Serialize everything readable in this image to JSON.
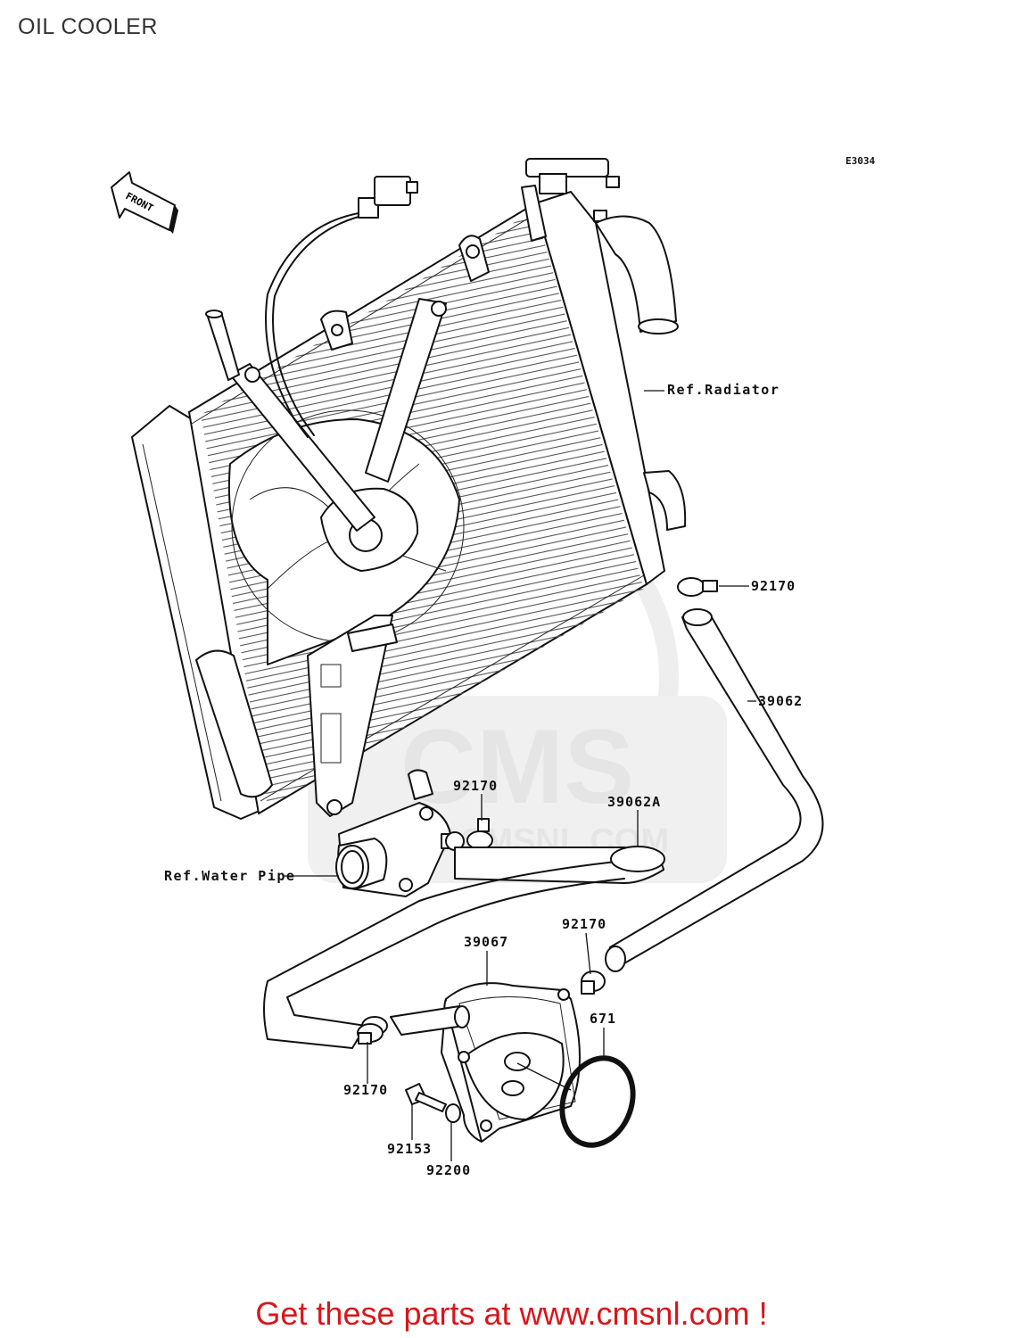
{
  "title": "OIL COOLER",
  "diagram_code": "E3034",
  "front_arrow": "FRONT",
  "labels": {
    "ref_radiator": "Ref.Radiator",
    "ref_water_pipe": "Ref.Water Pipe",
    "p92170_top": "92170",
    "p39062": "39062",
    "p92170_mid": "92170",
    "p39062a": "39062A",
    "p92170_right": "92170",
    "p39067": "39067",
    "p671": "671",
    "p92170_bottom": "92170",
    "p92153": "92153",
    "p92200": "92200"
  },
  "watermark": {
    "brand": "CMS",
    "site": "WWW.CMSNL.COM"
  },
  "promo": "Get these parts at www.cmsnl.com !"
}
